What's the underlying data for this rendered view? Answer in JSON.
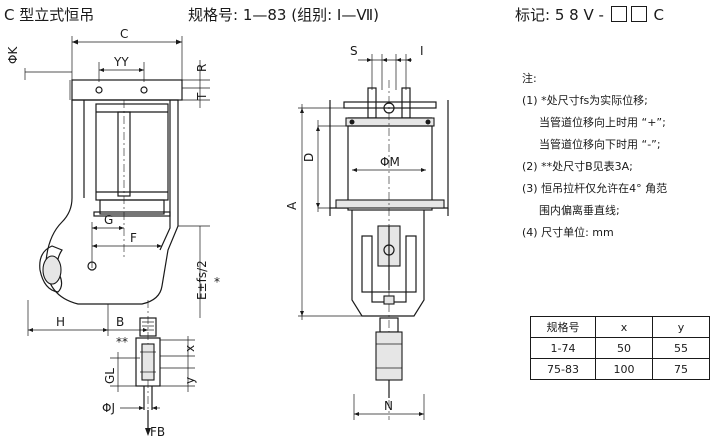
{
  "header": {
    "title": "C 型立式恒吊",
    "spec": "规格号: 1—83  (组别: Ⅰ—Ⅶ)",
    "mark": "标记: 5 8 V -",
    "mark_suffix": "C"
  },
  "drawing": {
    "labels": {
      "phiK": "ΦK",
      "C": "C",
      "YY": "YY",
      "R": "R",
      "T": "T",
      "G": "G",
      "F": "F",
      "E": "E±fs/2",
      "H": "H",
      "B": "B",
      "star2": "**",
      "x": "x",
      "y": "y",
      "GL": "GL",
      "phiJ": "ΦJ",
      "FB": "FB",
      "S": "S",
      "I": "I",
      "D": "D",
      "A": "A",
      "phiM": "ΦM",
      "N": "N",
      "star": "*"
    }
  },
  "notes": {
    "title": "注:",
    "items": [
      "(1) *处尺寸fs为实际位移;",
      "当管道位移向上时用 “+”;",
      "当管道位移向下时用 “-”;",
      "(2) **处尺寸B见表3A;",
      "(3) 恒吊拉杆仅允许在4° 角范",
      "围内偏离垂直线;",
      "(4) 尺寸单位: mm"
    ]
  },
  "table": {
    "headers": [
      "规格号",
      "x",
      "y"
    ],
    "rows": [
      [
        "1-74",
        "50",
        "55"
      ],
      [
        "75-83",
        "100",
        "75"
      ]
    ]
  }
}
